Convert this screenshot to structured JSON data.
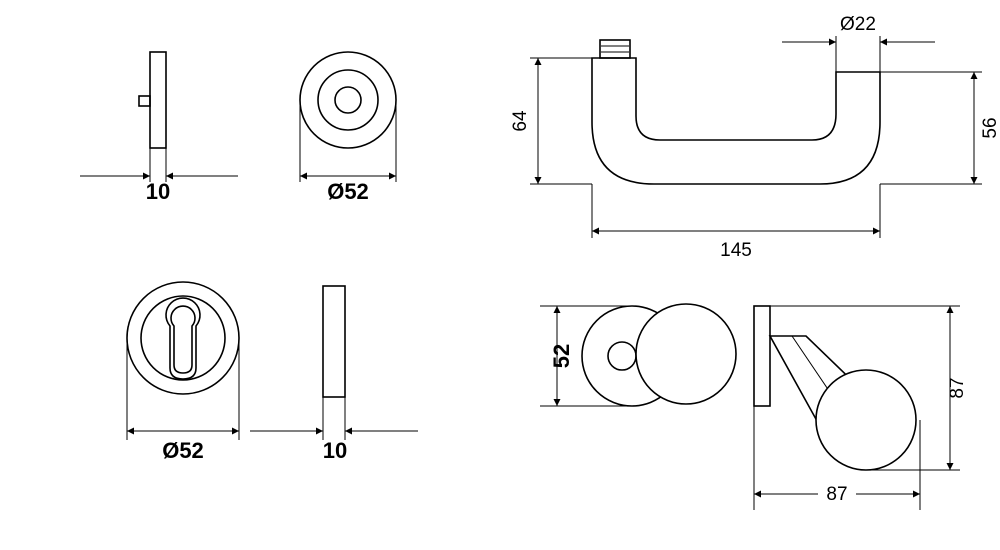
{
  "labels": {
    "rose_side_width": "10",
    "rose_diameter": "Ø52",
    "escutcheon_diameter": "Ø52",
    "escutcheon_side_width": "10",
    "lever_diameter": "Ø22",
    "lever_height_total": "64",
    "lever_height_inner": "56",
    "lever_length": "145",
    "knob_rose_height": "52",
    "knob_height": "87",
    "knob_projection": "87"
  }
}
